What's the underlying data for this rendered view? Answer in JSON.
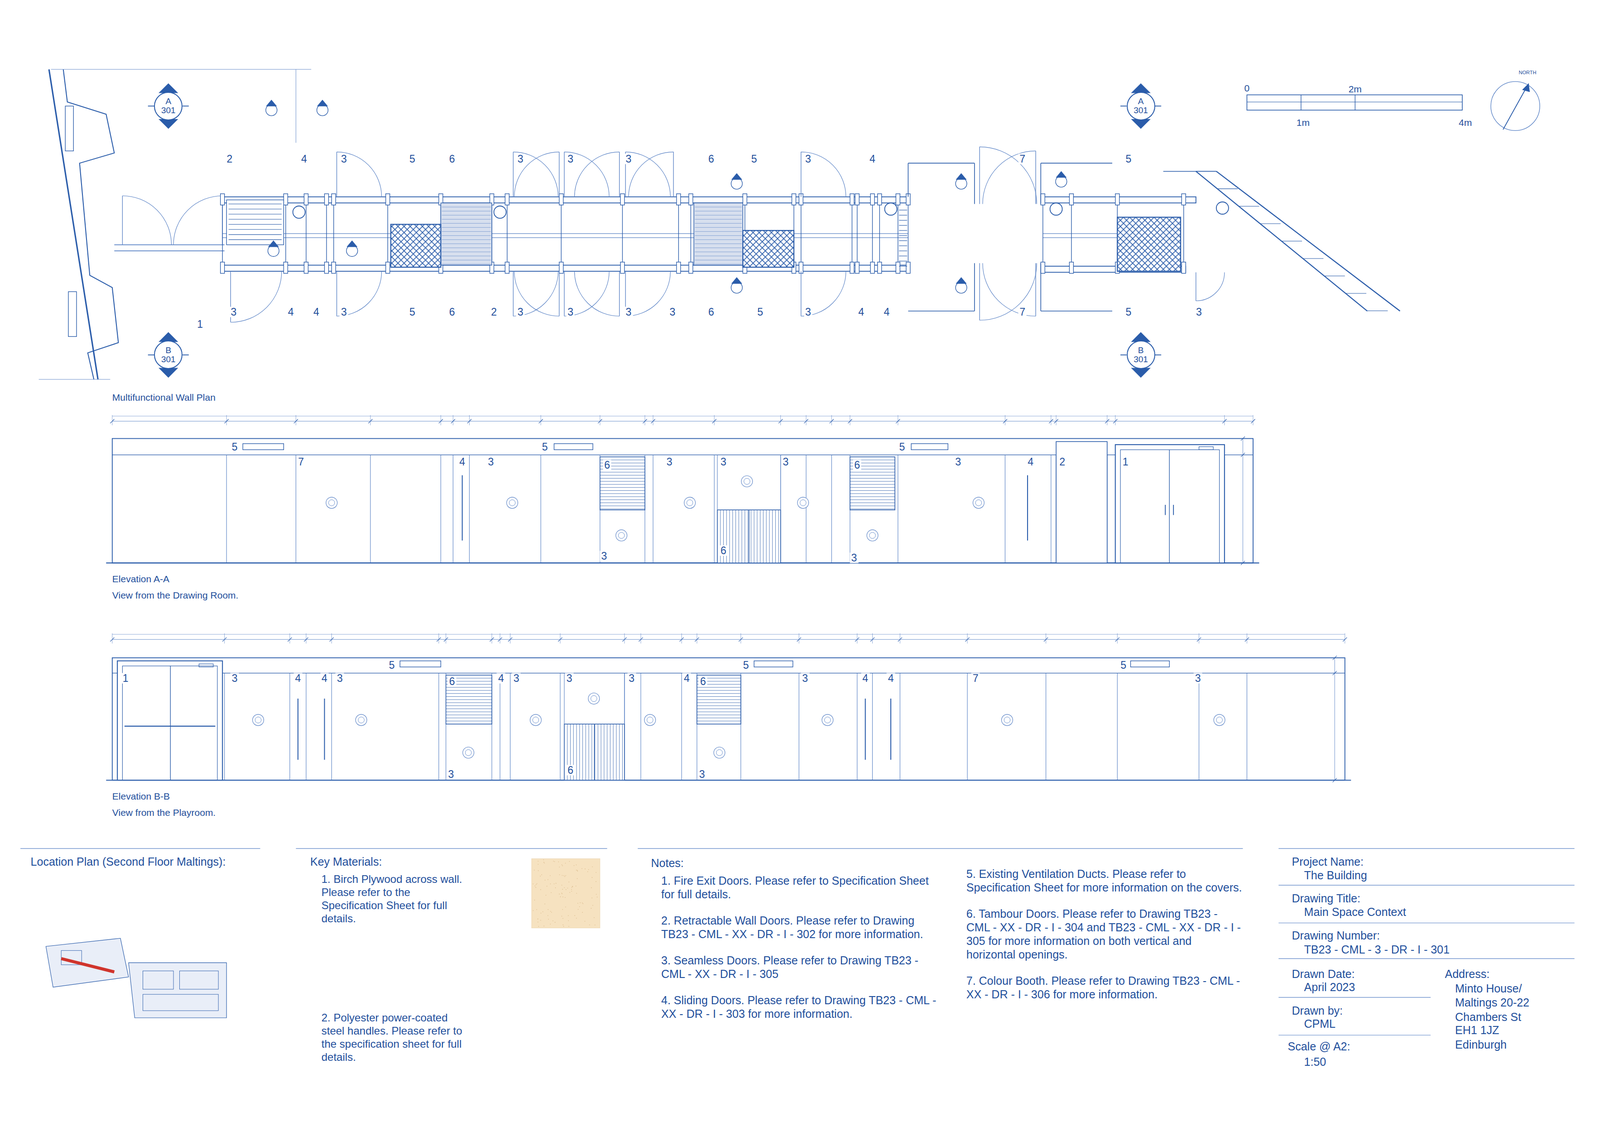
{
  "diagram": {
    "nodes": [
      {
        "text": [
          "A",
          "301"
        ]
      },
      {
        "text": [
          "A",
          "301"
        ]
      },
      {
        "text": [
          "B",
          "301"
        ]
      },
      {
        "text": [
          "B",
          "301"
        ]
      }
    ],
    "labels": [
      "Multifunctional Wall Plan",
      "2",
      "4",
      "3",
      "5",
      "6",
      "3",
      "3",
      "3",
      "6",
      "5",
      "3",
      "4",
      "7",
      "5",
      "1",
      "3",
      "4",
      "4",
      "3",
      "5",
      "6",
      "2",
      "3",
      "3",
      "3",
      "3",
      "6",
      "5",
      "3",
      "4",
      "4",
      "7",
      "5",
      "3",
      "0",
      "2m",
      "1m",
      "4m",
      "NORTH",
      "5",
      "7",
      "4",
      "3",
      "5",
      "6",
      "3",
      "3",
      "3",
      "6",
      "5",
      "3",
      "4",
      "2",
      "1",
      "3",
      "6",
      "3",
      "Elevation A-A",
      "View from the Drawing Room.",
      "1",
      "3",
      "4",
      "4",
      "3",
      "5",
      "6",
      "4",
      "3",
      "3",
      "3",
      "4",
      "6",
      "5",
      "3",
      "4",
      "4",
      "7",
      "5",
      "3",
      "3",
      "6",
      "3",
      "Elevation B-B",
      "View from the Playroom.",
      "Location Plan (Second Floor Maltings):",
      "Key Materials:",
      "1. Birch Plywood across wall. Please refer to the Specification Sheet for full details.",
      "2. Polyester power-coated steel handles. Please refer to the specification sheet for full details.",
      "Notes:",
      "1. Fire Exit Doors. Please refer to Specification Sheet for full details.",
      "2. Retractable Wall Doors. Please refer to Drawing TB23 - CML - XX - DR - I - 302 for more information.",
      "3. Seamless Doors. Please refer to Drawing TB23 - CML - XX - DR - I - 305",
      "4. Sliding Doors. Please refer to Drawing TB23 - CML - XX - DR - I - 303 for more information.",
      "5. Existing Ventilation Ducts. Please refer to Specification Sheet for more information on the covers.",
      "6. Tambour Doors. Please refer to Drawing TB23 - CML - XX - DR - I - 304 and TB23 - CML - XX - DR - I - 305 for more information on both vertical and horizontal openings.",
      "7. Colour Booth. Please refer to Drawing TB23 - CML - XX - DR - I - 306 for more information.",
      "Project Name:",
      "The Building",
      "Drawing Title:",
      "Main Space Context",
      "Drawing Number:",
      "TB23 - CML - 3 - DR - I - 301",
      "Drawn Date:",
      "April 2023",
      "Drawn by:",
      "CPML",
      "Scale @ A2:",
      "1:50",
      "Address:",
      "Minto House/",
      "Maltings 20-22",
      "Chambers St",
      "EH1 1JZ",
      "Edinburgh"
    ]
  }
}
